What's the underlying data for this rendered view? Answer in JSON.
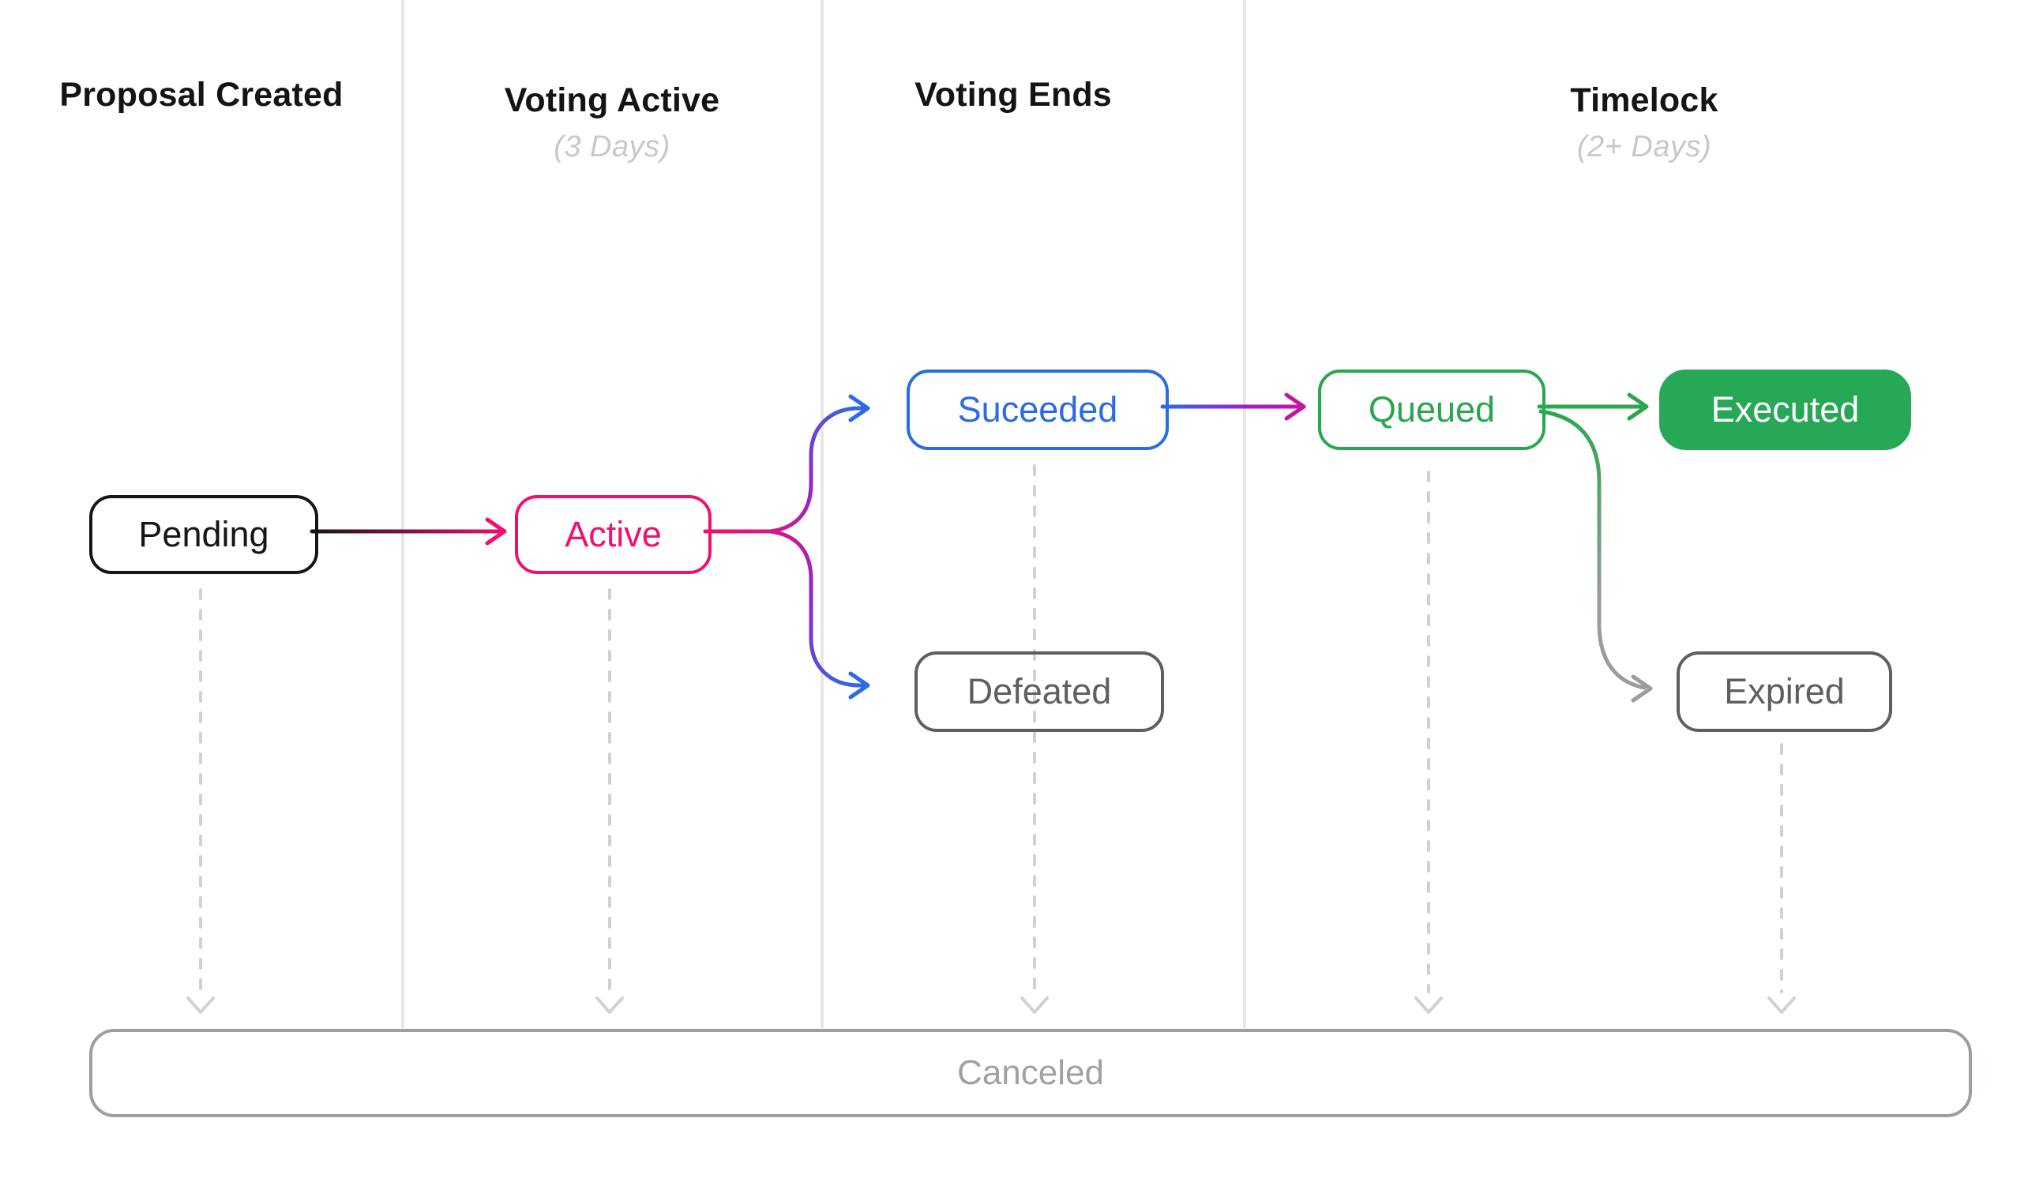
{
  "columns": [
    {
      "label": "Proposal Created",
      "sublabel": ""
    },
    {
      "label": "Voting Active",
      "sublabel": "(3 Days)"
    },
    {
      "label": "Voting Ends",
      "sublabel": ""
    },
    {
      "label": "Timelock",
      "sublabel": "(2+ Days)"
    }
  ],
  "nodes": {
    "pending": "Pending",
    "active": "Active",
    "succeeded": "Suceeded",
    "defeated": "Defeated",
    "queued": "Queued",
    "executed": "Executed",
    "expired": "Expired",
    "canceled": "Canceled"
  },
  "edges": [
    {
      "from": "Pending",
      "to": "Active",
      "style": "solid gradient black-to-pink"
    },
    {
      "from": "Active",
      "to": "Suceeded",
      "style": "solid gradient pink-to-blue fork up"
    },
    {
      "from": "Active",
      "to": "Defeated",
      "style": "solid gradient pink-to-blue fork down"
    },
    {
      "from": "Suceeded",
      "to": "Queued",
      "style": "solid gradient blue-to-magenta"
    },
    {
      "from": "Queued",
      "to": "Executed",
      "style": "solid green"
    },
    {
      "from": "Queued",
      "to": "Expired",
      "style": "solid gradient green-to-gray curve"
    },
    {
      "from": "Pending",
      "to": "Canceled",
      "style": "dashed"
    },
    {
      "from": "Active",
      "to": "Canceled",
      "style": "dashed"
    },
    {
      "from": "Suceeded",
      "to": "Canceled",
      "style": "dashed"
    },
    {
      "from": "Queued",
      "to": "Canceled",
      "style": "dashed"
    },
    {
      "from": "Expired",
      "to": "Canceled",
      "style": "dashed"
    }
  ],
  "colors": {
    "black": "#161616",
    "pink": "#f0106e",
    "purple": "#9327c9",
    "blue": "#2b6be4",
    "magenta": "#c613a2",
    "green": "#2aa64f",
    "greenfill": "#27a857",
    "graynode": "#5d615e",
    "graycurve": "#9a9d9a",
    "graybar": "#9b9f9d",
    "graybartext": "#9da3a4",
    "dashed": "#ccd4cd",
    "separator": "#e7e7e7",
    "sub": "#c8c8cc"
  }
}
